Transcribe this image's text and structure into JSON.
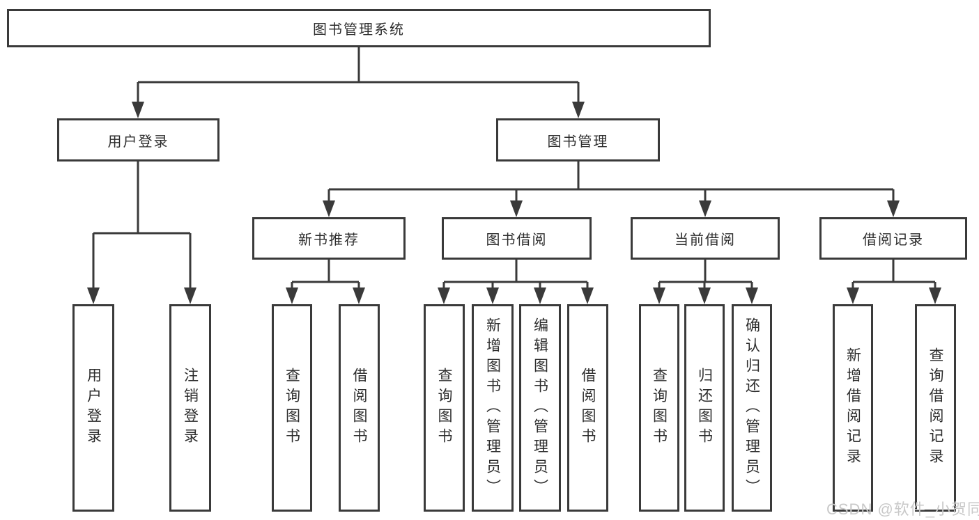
{
  "colors": {
    "line": "#3a3a3a",
    "box_border": "#3a3a3a",
    "text": "#2d2d2d",
    "watermark": "#c9c9c9",
    "background": "#ffffff"
  },
  "root": {
    "label": "图书管理系统"
  },
  "branches": [
    {
      "label": "用户登录",
      "children": [
        {
          "label": "用户登录"
        },
        {
          "label": "注销登录"
        }
      ]
    },
    {
      "label": "图书管理",
      "children": [
        {
          "label": "新书推荐",
          "children": [
            {
              "label": "查询图书"
            },
            {
              "label": "借阅图书"
            }
          ]
        },
        {
          "label": "图书借阅",
          "children": [
            {
              "label": "查询图书"
            },
            {
              "label": "新增图书（管理员）"
            },
            {
              "label": "编辑图书（管理员）"
            },
            {
              "label": "借阅图书"
            }
          ]
        },
        {
          "label": "当前借阅",
          "children": [
            {
              "label": "查询图书"
            },
            {
              "label": "归还图书"
            },
            {
              "label": "确认归还（管理员）"
            }
          ]
        },
        {
          "label": "借阅记录",
          "children": [
            {
              "label": "新增借阅记录"
            },
            {
              "label": "查询借阅记录"
            }
          ]
        }
      ]
    }
  ],
  "watermark": {
    "text": "CSDN @软件_小贺同学"
  }
}
